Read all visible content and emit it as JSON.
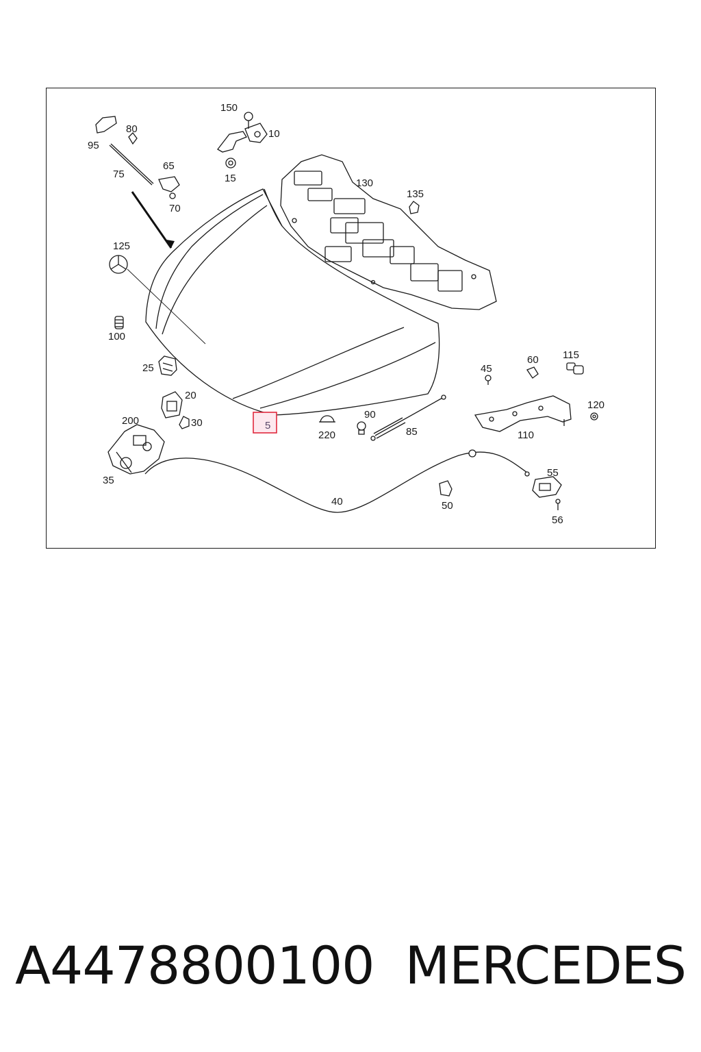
{
  "diagram": {
    "callouts": [
      {
        "id": "150",
        "label": "150"
      },
      {
        "id": "10",
        "label": "10"
      },
      {
        "id": "80",
        "label": "80"
      },
      {
        "id": "95",
        "label": "95"
      },
      {
        "id": "65",
        "label": "65"
      },
      {
        "id": "75",
        "label": "75"
      },
      {
        "id": "15",
        "label": "15"
      },
      {
        "id": "70",
        "label": "70"
      },
      {
        "id": "130",
        "label": "130"
      },
      {
        "id": "135",
        "label": "135"
      },
      {
        "id": "125",
        "label": "125"
      },
      {
        "id": "100",
        "label": "100"
      },
      {
        "id": "25",
        "label": "25"
      },
      {
        "id": "20",
        "label": "20"
      },
      {
        "id": "200",
        "label": "200"
      },
      {
        "id": "30",
        "label": "30"
      },
      {
        "id": "5",
        "label": "5"
      },
      {
        "id": "220",
        "label": "220"
      },
      {
        "id": "90",
        "label": "90"
      },
      {
        "id": "85",
        "label": "85"
      },
      {
        "id": "45",
        "label": "45"
      },
      {
        "id": "60",
        "label": "60"
      },
      {
        "id": "115",
        "label": "115"
      },
      {
        "id": "120",
        "label": "120"
      },
      {
        "id": "110",
        "label": "110"
      },
      {
        "id": "35",
        "label": "35"
      },
      {
        "id": "40",
        "label": "40"
      },
      {
        "id": "50",
        "label": "50"
      },
      {
        "id": "55",
        "label": "55"
      },
      {
        "id": "56",
        "label": "56"
      }
    ],
    "highlighted_callout": "5",
    "highlight_color": "#e0283c"
  },
  "footer": {
    "part_number": "A4478800100",
    "brand": "MERCEDES"
  }
}
